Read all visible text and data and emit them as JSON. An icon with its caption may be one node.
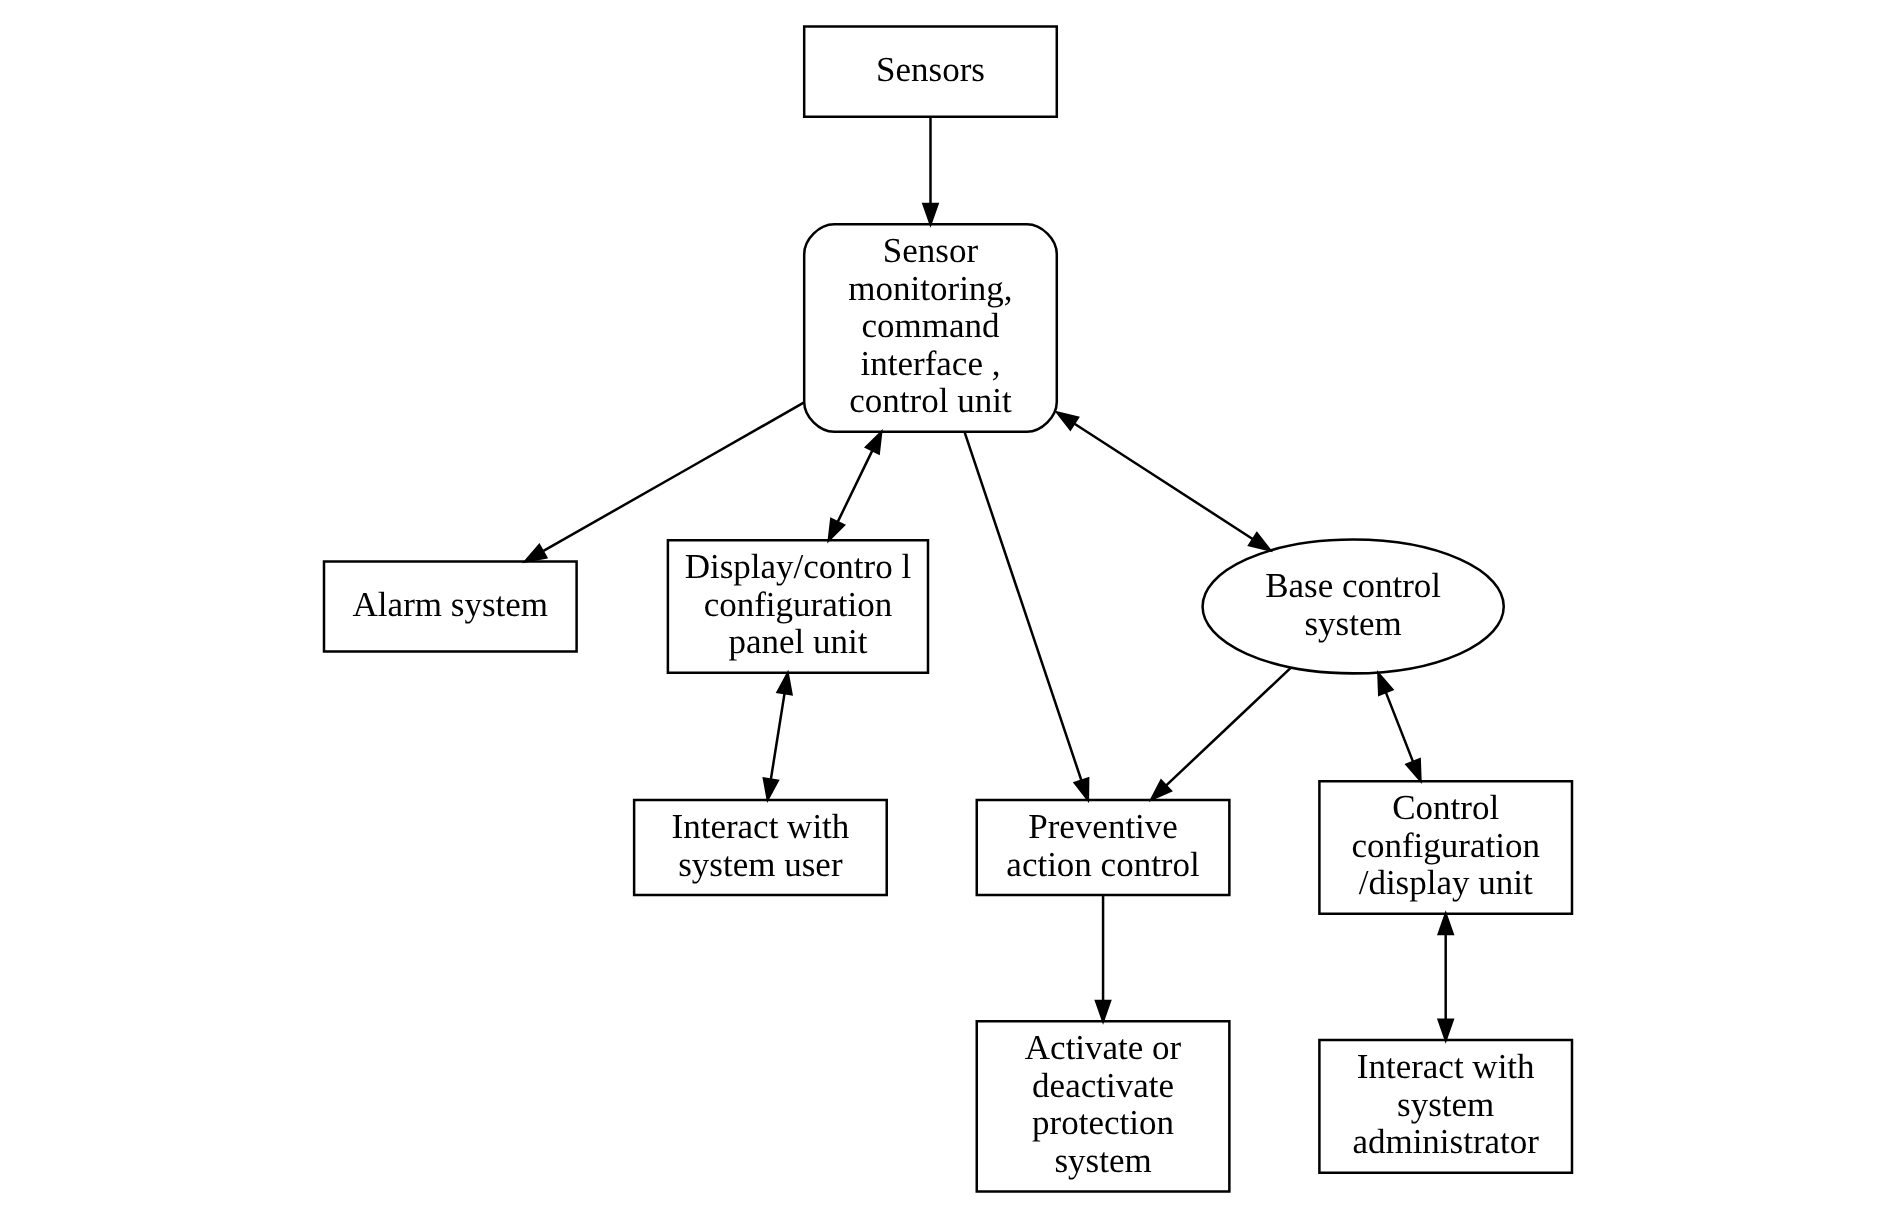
{
  "diagram": {
    "nodes": [
      {
        "text": [
          "Sensors"
        ]
      },
      {
        "text": [
          "Sensor monitoring, command interface , control unit"
        ]
      },
      {
        "text": [
          "Alarm system"
        ]
      },
      {
        "text": [
          "Preventive action control"
        ]
      },
      {
        "text": [
          "Display/contro l configuration panel unit"
        ]
      },
      {
        "text": [
          "Interact with system user"
        ]
      },
      {
        "text": [
          "Base control system"
        ]
      },
      {
        "text": [
          "Control configuration /display unit"
        ]
      },
      {
        "text": [
          "Interact with system administrator"
        ]
      },
      {
        "text": [
          "Activate or deactivate protection system"
        ]
      }
    ],
    "edges": [
      {
        "from": 0,
        "to": 1,
        "arrow": "to"
      },
      {
        "from": 1,
        "to": 2,
        "arrow": "to"
      },
      {
        "from": 1,
        "to": 3,
        "arrow": "to"
      },
      {
        "from": 1,
        "to": 4,
        "arrow": "both"
      },
      {
        "from": 4,
        "to": 5,
        "arrow": "both"
      },
      {
        "from": 1,
        "to": 6,
        "arrow": "both"
      },
      {
        "from": 6,
        "to": 3,
        "arrow": "to"
      },
      {
        "from": 6,
        "to": 7,
        "arrow": "both"
      },
      {
        "from": 7,
        "to": 8,
        "arrow": "both"
      },
      {
        "from": 3,
        "to": 9,
        "arrow": "to"
      }
    ]
  }
}
